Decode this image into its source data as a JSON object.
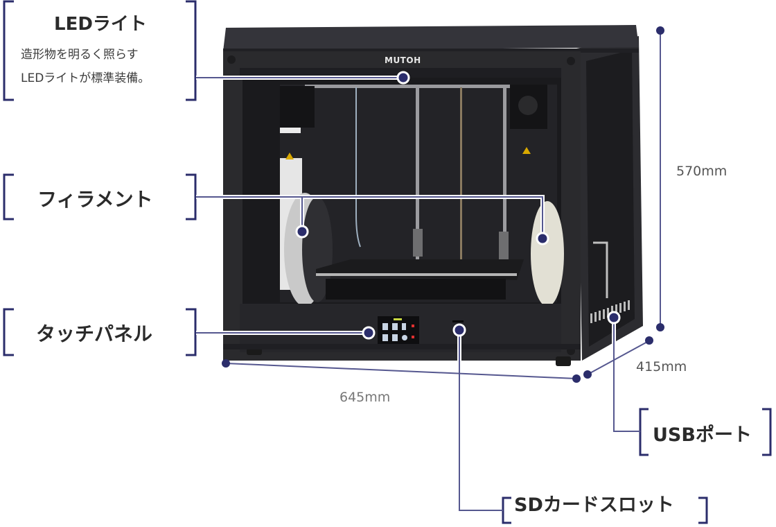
{
  "product": {
    "brand": "MUTOH"
  },
  "callouts": {
    "led": {
      "title": "LEDライト",
      "desc_line1": "造形物を明るく照らす",
      "desc_line2": "LEDライトが標準装備。"
    },
    "filament": {
      "title": "フィラメント"
    },
    "touch_panel": {
      "title": "タッチパネル"
    },
    "usb_port": {
      "title": "USBポート"
    },
    "sd_slot": {
      "title": "SDカードスロット"
    }
  },
  "dimensions": {
    "height": "570mm",
    "width": "645mm",
    "depth": "415mm"
  },
  "colors": {
    "accent": "#2b2d6b",
    "printer_body": "#2a2a2d",
    "text": "#2b2b2b"
  }
}
